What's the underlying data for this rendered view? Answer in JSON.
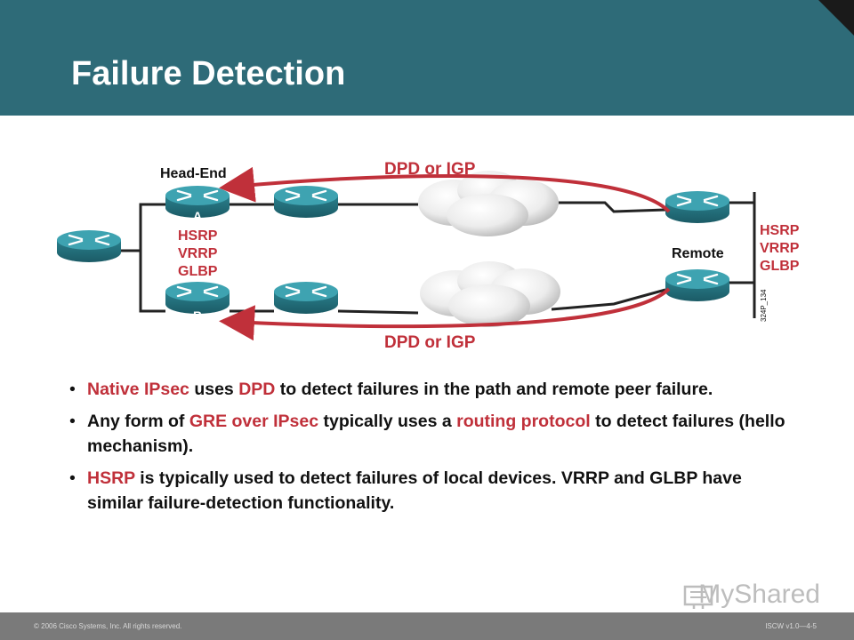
{
  "slide": {
    "title": "Failure Detection"
  },
  "diagram": {
    "head_end_label": "Head-End",
    "router_a_label": "A",
    "router_b_label": "B",
    "remote_label": "Remote",
    "left_protocols": [
      "HSRP",
      "VRRP",
      "GLBP"
    ],
    "right_protocols": [
      "HSRP",
      "VRRP",
      "GLBP"
    ],
    "top_arrow_label": "DPD or IGP",
    "bottom_arrow_label": "DPD or IGP",
    "figure_id": "324P_134",
    "colors": {
      "accent": "#c0303a",
      "router": "#2d8a98",
      "header": "#2e6b78"
    }
  },
  "bullets": [
    {
      "segments": [
        {
          "text": "Native IPsec",
          "hl": true
        },
        {
          "text": " uses ",
          "hl": false
        },
        {
          "text": "DPD",
          "hl": true
        },
        {
          "text": " to detect failures in the path and remote peer failure.",
          "hl": false
        }
      ]
    },
    {
      "segments": [
        {
          "text": "Any form of ",
          "hl": false
        },
        {
          "text": "GRE over IPsec",
          "hl": true
        },
        {
          "text": " typically uses a ",
          "hl": false
        },
        {
          "text": "routing protocol",
          "hl": true
        },
        {
          "text": " to detect failures (hello mechanism).",
          "hl": false
        }
      ]
    },
    {
      "segments": [
        {
          "text": "HSRP",
          "hl": true
        },
        {
          "text": " is typically used to detect failures of local devices. VRRP and GLBP have similar failure-detection functionality.",
          "hl": false
        }
      ]
    }
  ],
  "footer": {
    "copyright": "© 2006 Cisco Systems, Inc. All rights reserved.",
    "slide_id": "ISCW v1.0—4-5",
    "brand": "MyShared"
  }
}
